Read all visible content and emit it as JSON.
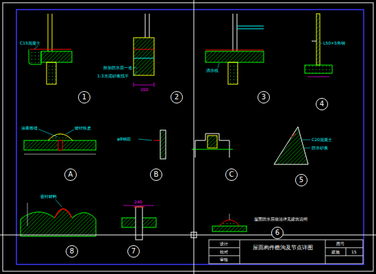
{
  "diagram": {
    "title": "屋面构件檐沟及节点详图",
    "nodes": [
      {
        "text": [
          "1"
        ]
      },
      {
        "text": [
          "2"
        ]
      },
      {
        "text": [
          "3"
        ]
      },
      {
        "text": [
          "4"
        ]
      },
      {
        "text": [
          "A"
        ]
      },
      {
        "text": [
          "B"
        ]
      },
      {
        "text": [
          "C"
        ]
      },
      {
        "text": [
          "5"
        ]
      },
      {
        "text": [
          "8"
        ]
      },
      {
        "text": [
          "7"
        ]
      },
      {
        "text": [
          "6"
        ]
      }
    ],
    "labels": [
      "C15混凝土",
      "附加防水层一道",
      "1:3水泥砂浆找平",
      "200",
      "滴水线",
      "L50×5角钢",
      "油膏嵌缝",
      "镀锌铁皮",
      "φ8钢筋",
      "C20混凝土",
      "防水砂浆",
      "密封材料",
      "240",
      "屋面防水层做法详见建筑说明",
      "设计",
      "校对",
      "审核",
      "图号",
      "建施",
      "15"
    ]
  }
}
